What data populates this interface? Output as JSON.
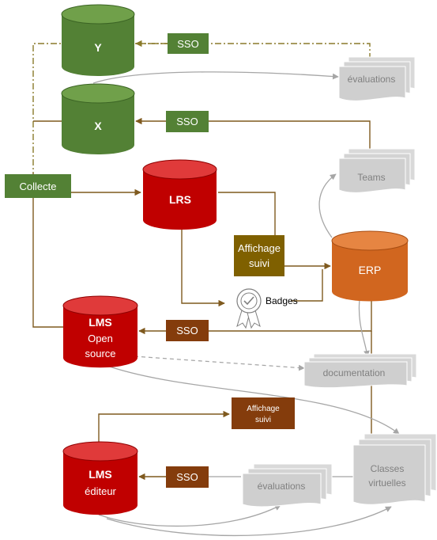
{
  "nodes": {
    "db_y": "Y",
    "db_x": "X",
    "db_lrs": "LRS",
    "db_erp": "ERP",
    "db_lms_open": [
      "LMS",
      "Open",
      "source"
    ],
    "db_lms_editeur": [
      "LMS",
      "éditeur"
    ],
    "collecte": "Collecte",
    "affichage_suivi_top": [
      "Affichage",
      "suivi"
    ],
    "affichage_suivi_bottom": [
      "Affichage",
      "suivi"
    ],
    "badges": "Badges",
    "sso_y": "SSO",
    "sso_x": "SSO",
    "sso_lms_open": "SSO",
    "sso_lms_editeur": "SSO",
    "docs_evaluations_top": "évaluations",
    "docs_teams": "Teams",
    "docs_documentation": "documentation",
    "docs_evaluations_bottom": "évaluations",
    "docs_classes_virtuelles": [
      "Classes",
      "virtuelles"
    ]
  },
  "colors": {
    "green": "#538135",
    "green_dark": "#3b6424",
    "red": "#c00000",
    "red_dark": "#8e0000",
    "orange": "#d1661f",
    "brown": "#843c0c",
    "olive": "#7f6000",
    "gray_doc": "#d0d0d0",
    "gray_text": "#7f7f7f",
    "line_brown": "#7f5a1f",
    "line_olive": "#8a7a2a",
    "arrow_gray": "#a6a6a6"
  }
}
